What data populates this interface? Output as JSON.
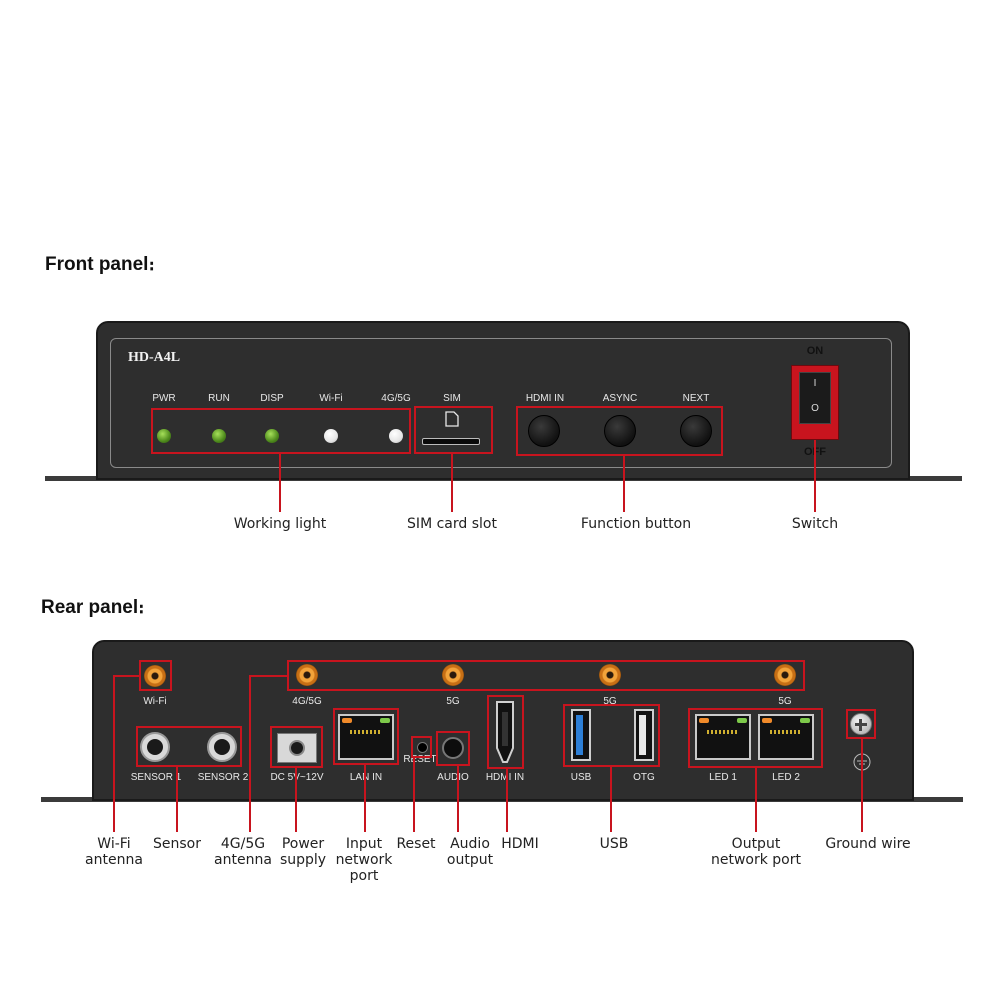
{
  "front": {
    "heading": "Front panel։",
    "model": "HD-A4L",
    "switch_on": "ON",
    "switch_off": "OFF",
    "switch_marks": [
      "I",
      "O"
    ],
    "leds": [
      {
        "label": "PWR",
        "color": "green"
      },
      {
        "label": "RUN",
        "color": "green"
      },
      {
        "label": "DISP",
        "color": "green"
      },
      {
        "label": "Wi-Fi",
        "color": "white"
      },
      {
        "label": "4G/5G",
        "color": "white"
      }
    ],
    "sim_label": "SIM",
    "buttons": [
      "HDMI IN",
      "ASYNC",
      "NEXT"
    ],
    "callouts": [
      "Working light",
      "SIM card slot",
      "Function button",
      "Switch"
    ]
  },
  "rear": {
    "heading": "Rear panel։",
    "wifi_label": "Wi-Fi",
    "ant_labels": [
      "4G/5G",
      "5G",
      "5G",
      "5G"
    ],
    "sensor_labels": [
      "SENSOR 1",
      "SENSOR 2"
    ],
    "ports": {
      "dc": "DC 5V~12V",
      "lan": "LAN IN",
      "reset": "RESET",
      "audio": "AUDIO",
      "hdmi": "HDMI IN",
      "usb": "USB",
      "otg": "OTG",
      "led1": "LED 1",
      "led2": "LED 2"
    },
    "callouts": {
      "wifi_antenna": "Wi-Fi\nantenna",
      "sensor": "Sensor",
      "antenna_4g": "4G/5G\nantenna",
      "power": "Power\nsupply",
      "input_port": "Input\nnetwork\nport",
      "reset": "Reset",
      "audio": "Audio\noutput",
      "hdmi": "HDMI",
      "usb": "USB",
      "output_port": "Output\nnetwork port",
      "ground": "Ground wire"
    }
  },
  "colors": {
    "highlight": "#c8141e",
    "panel": "#2e2e2e",
    "led_green": "#5a9a22",
    "antenna": "#e58a22"
  }
}
